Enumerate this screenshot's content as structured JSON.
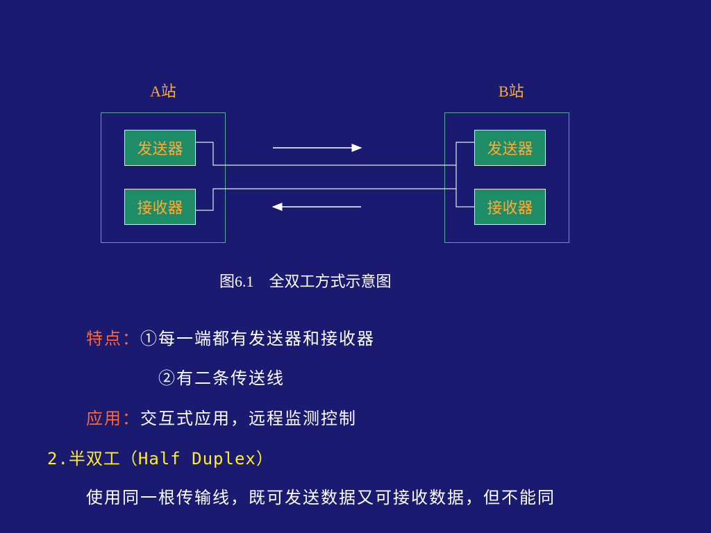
{
  "diagram": {
    "station_a_label": "A站",
    "station_b_label": "B站",
    "a_sender": "发送器",
    "a_receiver": "接收器",
    "b_sender": "发送器",
    "b_receiver": "接收器",
    "caption": "图6.1　全双工方式示意图"
  },
  "body": {
    "features_label": "特点：",
    "feature_1": "①每一端都有发送器和接收器",
    "feature_2": "②有二条传送线",
    "usage_label": "应用：",
    "usage_text": "交互式应用，远程监测控制",
    "section_heading": "2.半双工（Half Duplex）",
    "last_line": "使用同一根传输线，既可发送数据又可接收数据，但不能同"
  },
  "colors": {
    "background": "#1a1a70",
    "accent": "#ff6633",
    "station_label": "#ffaa33",
    "box_fill": "#1e8c66",
    "heading": "#ffee22"
  }
}
